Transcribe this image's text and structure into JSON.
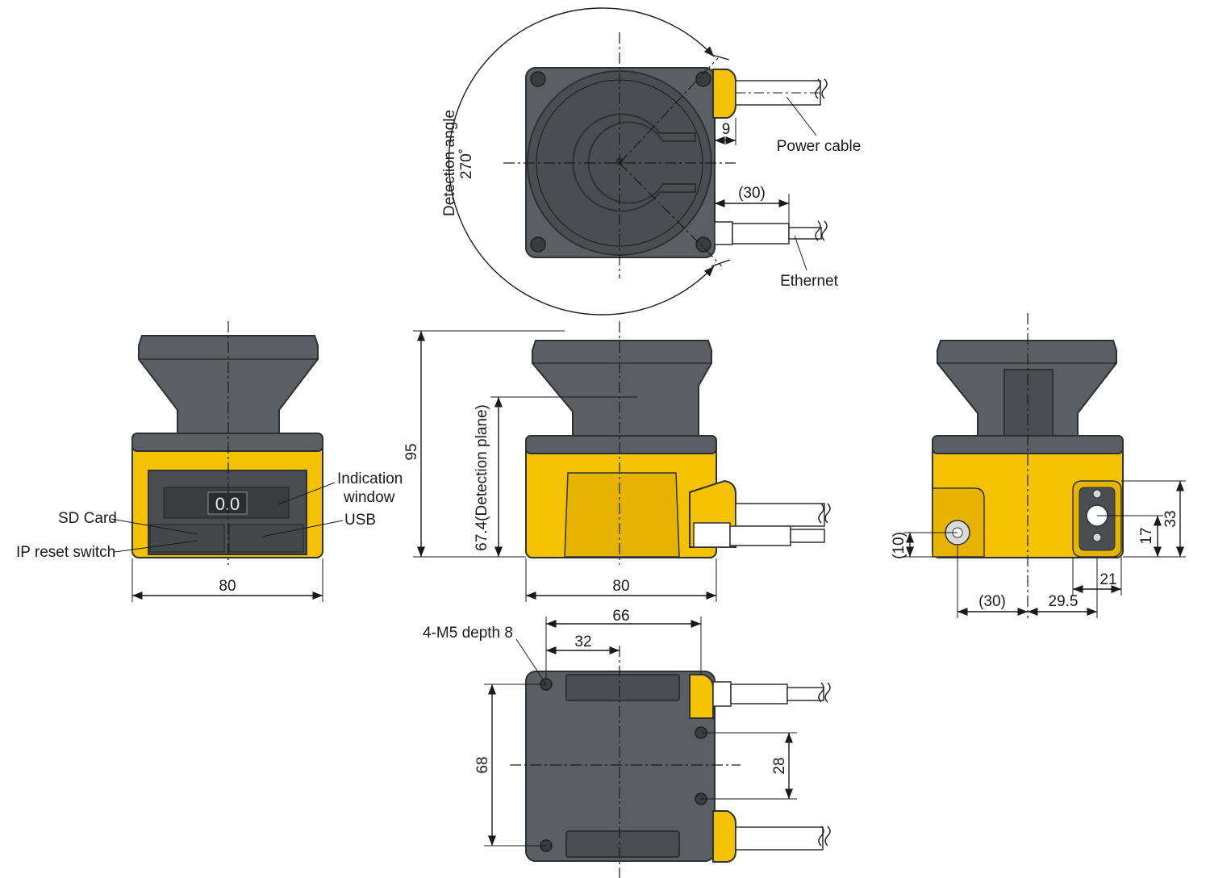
{
  "top_view": {
    "detection_angle_label": "Detection angle",
    "detection_angle_value": "270˚",
    "dim_9": "9",
    "dim_30": "(30)",
    "power_cable": "Power cable",
    "ethernet": "Ethernet"
  },
  "front_view": {
    "indication_window_line1": "Indication",
    "indication_window_line2": "window",
    "sd_card": "SD Card",
    "usb": "USB",
    "ip_reset_switch": "IP reset switch",
    "width": "80"
  },
  "side_view": {
    "height": "95",
    "detection_plane": "67.4(Detection plane)",
    "width": "80"
  },
  "rear_view": {
    "dim_10": "(10)",
    "dim_17": "17",
    "dim_33": "33",
    "dim_21": "21",
    "dim_30": "(30)",
    "dim_29_5": "29.5"
  },
  "bottom_view": {
    "mount_holes": "4-M5 depth 8",
    "dim_66": "66",
    "dim_32": "32",
    "dim_68": "68",
    "dim_28": "28"
  }
}
